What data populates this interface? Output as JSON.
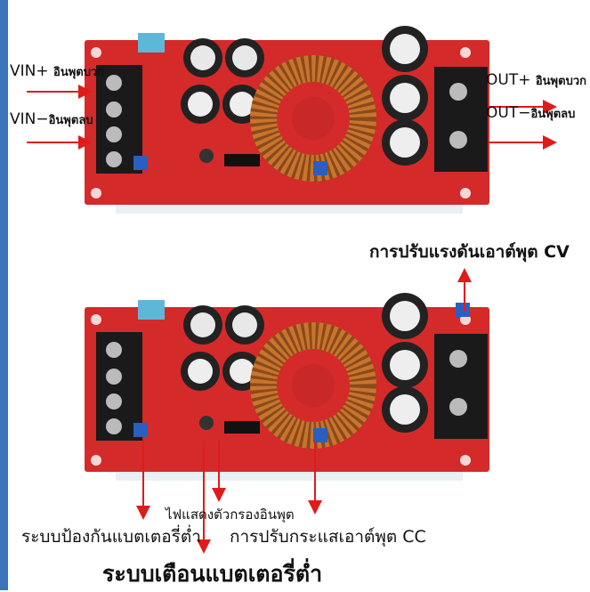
{
  "labels": {
    "vin_plus": {
      "code": "VIN+",
      "thai": "อินพุตบวก"
    },
    "vin_minus": {
      "code": "VIN−",
      "thai": "อินพุตลบ"
    },
    "out_plus": {
      "code": "OUT+",
      "thai": "อินพุตบวก"
    },
    "out_minus": {
      "code": "OUT−",
      "thai": "อินพุตลบ"
    },
    "cv_adjust": "การปรับแรงดันเอาต์พุต CV",
    "input_filter_light": "ไฟแสดงตัวกรองอินพุต",
    "low_battery_protection": "ระบบป้องกันแบตเตอรี่ต่ำ",
    "cc_adjust": "การปรับกระแสเอาต์พุต CC",
    "low_battery_alarm": "ระบบเตือนแบตเตอรี่ต่ำ"
  },
  "colors": {
    "arrow": "#e01b1b",
    "board": "#d42a2a",
    "accent_edge": "#3b74b8"
  }
}
